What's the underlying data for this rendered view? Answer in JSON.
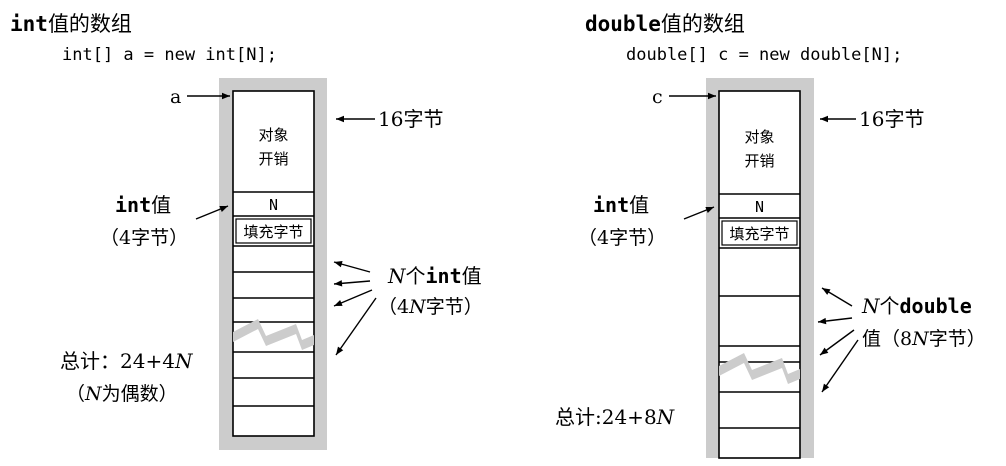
{
  "left": {
    "title_code": "int",
    "title_rest": "值的数组",
    "code_line": "int[] a = new int[N];",
    "ref_label": "a",
    "overhead_size": "16字节",
    "overhead_line1": "对象",
    "overhead_line2": "开销",
    "length_cell": "N",
    "padding_cell": "填充字节",
    "int_value_code": "int",
    "int_value_rest": "值",
    "int_value_size": "（4字节）",
    "elements_n": "N",
    "elements_ge": "个",
    "elements_code": "int",
    "elements_rest": "值",
    "elements_size_pre": "（4",
    "elements_size_n": "N",
    "elements_size_post": "字节）",
    "total_pre": "总计：24+4",
    "total_n": "N",
    "total_note_pre": "（",
    "total_note_n": "N",
    "total_note_post": "为偶数）"
  },
  "right": {
    "title_code": "double",
    "title_rest": "值的数组",
    "code_line": "double[] c = new double[N];",
    "ref_label": "c",
    "overhead_size": "16字节",
    "overhead_line1": "对象",
    "overhead_line2": "开销",
    "length_cell": "N",
    "padding_cell": "填充字节",
    "int_value_code": "int",
    "int_value_rest": "值",
    "int_value_size": "（4字节）",
    "elements_n": "N",
    "elements_ge": "个",
    "elements_code": "double",
    "elements_rest2": "值",
    "elements_size_pre": "（8",
    "elements_size_n": "N",
    "elements_size_post": "字节）",
    "total_pre": "总计:24+8",
    "total_n": "N"
  },
  "colors": {
    "frame": "#cccccc",
    "ink": "#000000"
  }
}
